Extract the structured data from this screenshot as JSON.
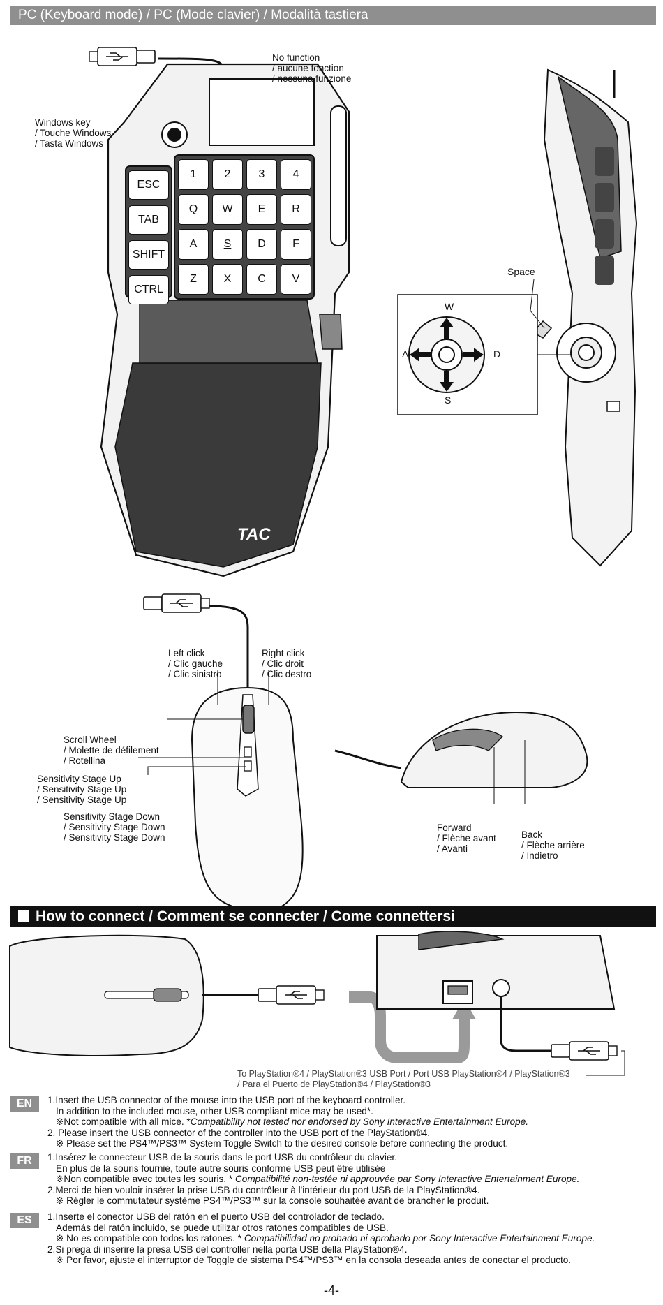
{
  "header": {
    "title": "PC (Keyboard mode) / PC (Mode clavier) / Modalità tastiera"
  },
  "keypad": {
    "no_function": [
      "No function",
      "/ aucune fonction",
      "/ nessuna funzione"
    ],
    "windows_key": [
      "Windows key",
      "/ Touche Windows",
      "/ Tasta Windows"
    ],
    "side_keys": [
      "ESC",
      "TAB",
      "SHIFT",
      "CTRL"
    ],
    "grid_keys": [
      "1",
      "2",
      "3",
      "4",
      "Q",
      "W",
      "E",
      "R",
      "A",
      "S",
      "D",
      "F",
      "Z",
      "X",
      "C",
      "V"
    ],
    "logo": "TAC"
  },
  "side_view": {
    "space_label": "Space",
    "directions": {
      "up": "W",
      "down": "S",
      "left": "A",
      "right": "D"
    }
  },
  "mouse": {
    "left_click": [
      "Left click",
      "/ Clic gauche",
      "/ Clic sinistro"
    ],
    "right_click": [
      "Right click",
      "/ Clic droit",
      "/ Clic destro"
    ],
    "scroll_wheel": [
      "Scroll Wheel",
      "/ Molette de défilement",
      "/ Rotellina"
    ],
    "sens_up": [
      "Sensitivity Stage Up",
      "/ Sensitivity Stage Up",
      "/ Sensitivity Stage Up"
    ],
    "sens_down": [
      "Sensitivity Stage Down",
      "/ Sensitivity Stage Down",
      "/ Sensitivity Stage Down"
    ],
    "forward": [
      "Forward",
      "/ Flèche avant",
      "/ Avanti"
    ],
    "back": [
      "Back",
      "/ Flèche arrière",
      "/ Indietro"
    ]
  },
  "connect": {
    "title": "How to connect / Comment se connecter / Come connettersi",
    "ps_port_line1": "To PlayStation®4 / PlayStation®3 USB Port / Port USB PlayStation®4 / PlayStation®3",
    "ps_port_line2": "/ Para el Puerto de PlayStation®4 / PlayStation®3"
  },
  "instructions": {
    "en": {
      "tag": "EN",
      "l1": "1.Insert the USB connector of the mouse into the USB port of the keyboard controller.",
      "l2": "In addition to the included mouse, other USB compliant mice may be used*.",
      "l3a": "※Not compatible with all mice. *",
      "l3b": "Compatibility not tested nor endorsed by Sony Interactive Entertainment Europe.",
      "l4": "2. Please insert the USB connector of the controller into the USB port of the PlayStation®4.",
      "l5": "※ Please set the PS4™/PS3™ System Toggle Switch to the desired console before connecting the product."
    },
    "fr": {
      "tag": "FR",
      "l1": "1.Insérez le connecteur USB de la souris dans le port USB du contrôleur du clavier.",
      "l2": "En plus de la souris fournie, toute autre souris conforme USB peut être utilisée",
      "l3a": "※Non compatible avec toutes les souris. * ",
      "l3b": "Compatibilité non-testée ni approuvée par Sony Interactive Entertainment Europe.",
      "l4": "2.Merci de bien vouloir insérer la prise USB du contrôleur à l'intérieur du port USB de la PlayStation®4.",
      "l5": "※ Régler le commutateur système PS4™/PS3™ sur la console souhaitée avant de brancher le produit."
    },
    "es": {
      "tag": "ES",
      "l1": "1.Inserte el conector USB del ratón en el puerto USB del controlador de teclado.",
      "l2": "Además del ratón incluido, se puede utilizar otros ratones compatibles de USB.",
      "l3a": "※ No es compatible con todos los ratones. * ",
      "l3b": "Compatibilidad no probado ni aprobado por Sony Interactive Entertainment Europe.",
      "l4": "2.Si prega di inserire la presa USB del controller nella porta USB della PlayStation®4.",
      "l5": "※ Por favor, ajuste el interruptor de Toggle de sistema PS4™/PS3™ en la consola deseada antes de conectar el producto."
    }
  },
  "page": {
    "number": "-4-"
  }
}
